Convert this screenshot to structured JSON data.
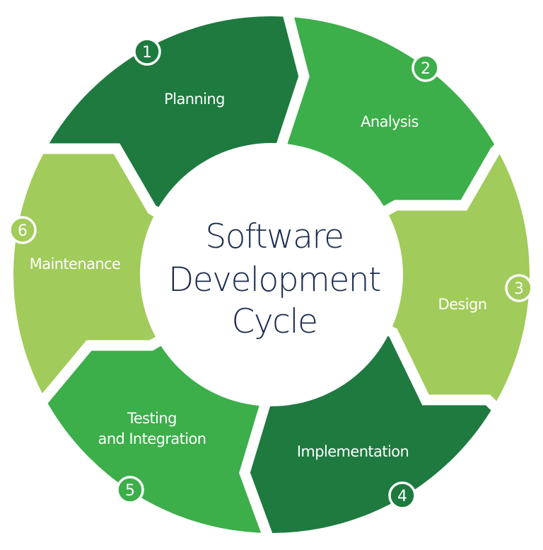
{
  "title": {
    "lines": [
      "Software",
      "Development",
      "Cycle"
    ],
    "color": "#1b2d4f"
  },
  "colors": {
    "dark_green": "#1e7a3f",
    "mid_green": "#3cae4a",
    "light_green": "#a1cb5a",
    "gap": "#ffffff"
  },
  "stages": [
    {
      "number": "1",
      "label": "Planning",
      "color": "#1e7a3f"
    },
    {
      "number": "2",
      "label": "Analysis",
      "color": "#3cae4a"
    },
    {
      "number": "3",
      "label": "Design",
      "color": "#a1cb5a"
    },
    {
      "number": "4",
      "label": "Implementation",
      "color": "#1e7a3f"
    },
    {
      "number": "5",
      "label": "Testing",
      "label_line2": "and Integration",
      "color": "#3cae4a"
    },
    {
      "number": "6",
      "label": "Maintenance",
      "color": "#a1cb5a"
    }
  ]
}
